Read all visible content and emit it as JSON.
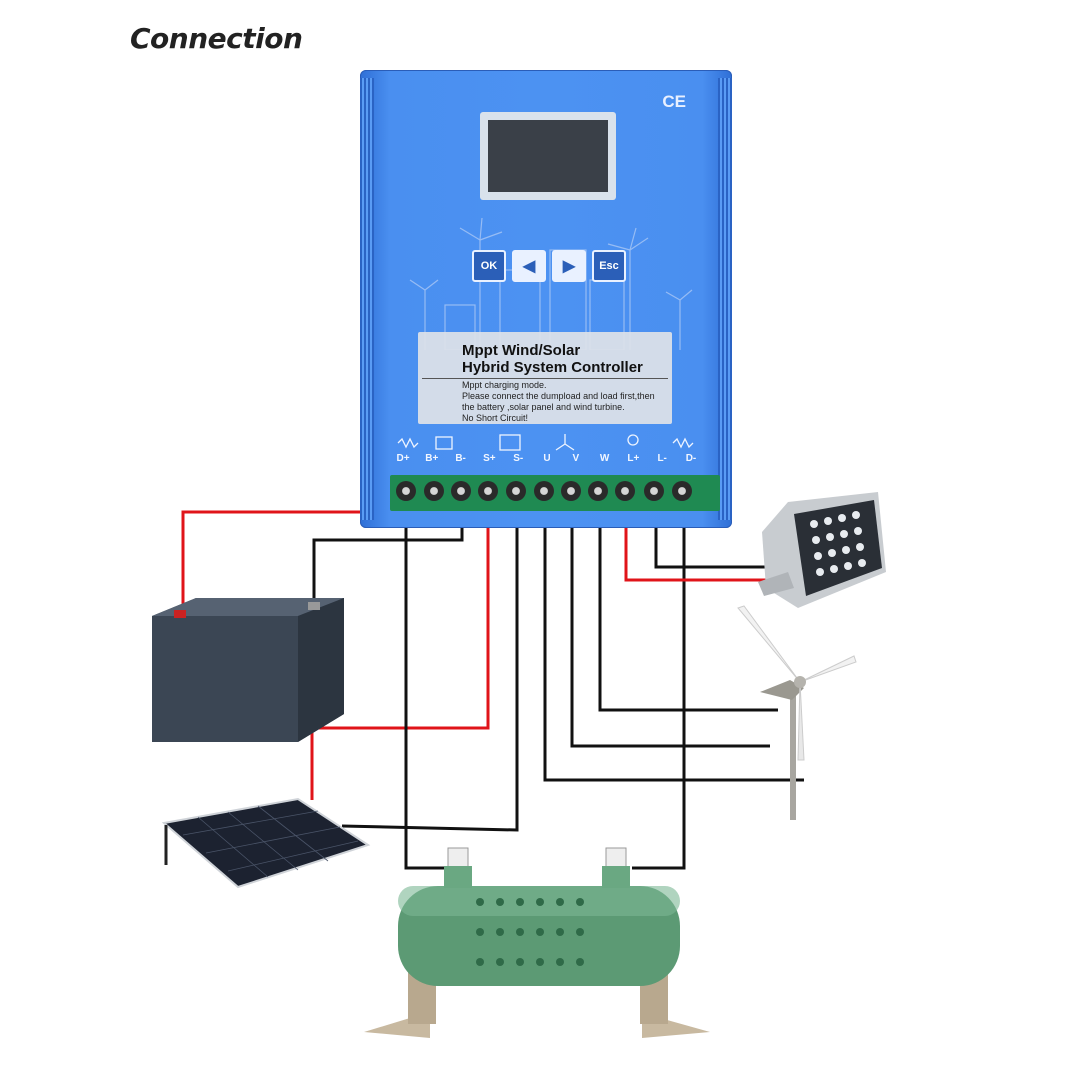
{
  "page": {
    "title": "Connection"
  },
  "controller": {
    "ce_mark": "CE",
    "keys": {
      "ok": "OK",
      "left": "◀",
      "right": "▶",
      "esc": "Esc"
    },
    "label_title_line1": "Mppt Wind/Solar",
    "label_title_line2": "Hybrid System Controller",
    "label_body_line1": "Mppt charging mode.",
    "label_body_line2": "Please connect the dumpload and load first,then",
    "label_body_line3": "the battery ,solar panel and wind turbine.",
    "label_body_line4": "No Short Circuit!",
    "terminals": [
      "D+",
      "B+",
      "B-",
      "S+",
      "S-",
      "U",
      "V",
      "W",
      "L+",
      "L-",
      "D-"
    ]
  },
  "components": [
    "battery",
    "solar-panel",
    "dump-load-resistor",
    "wind-turbine",
    "led-flood-light"
  ],
  "colors": {
    "positive_wire": "#e0141a",
    "negative_wire": "#111111",
    "controller_blue": "#4a8ff0",
    "terminal_green": "#1f8a52"
  }
}
